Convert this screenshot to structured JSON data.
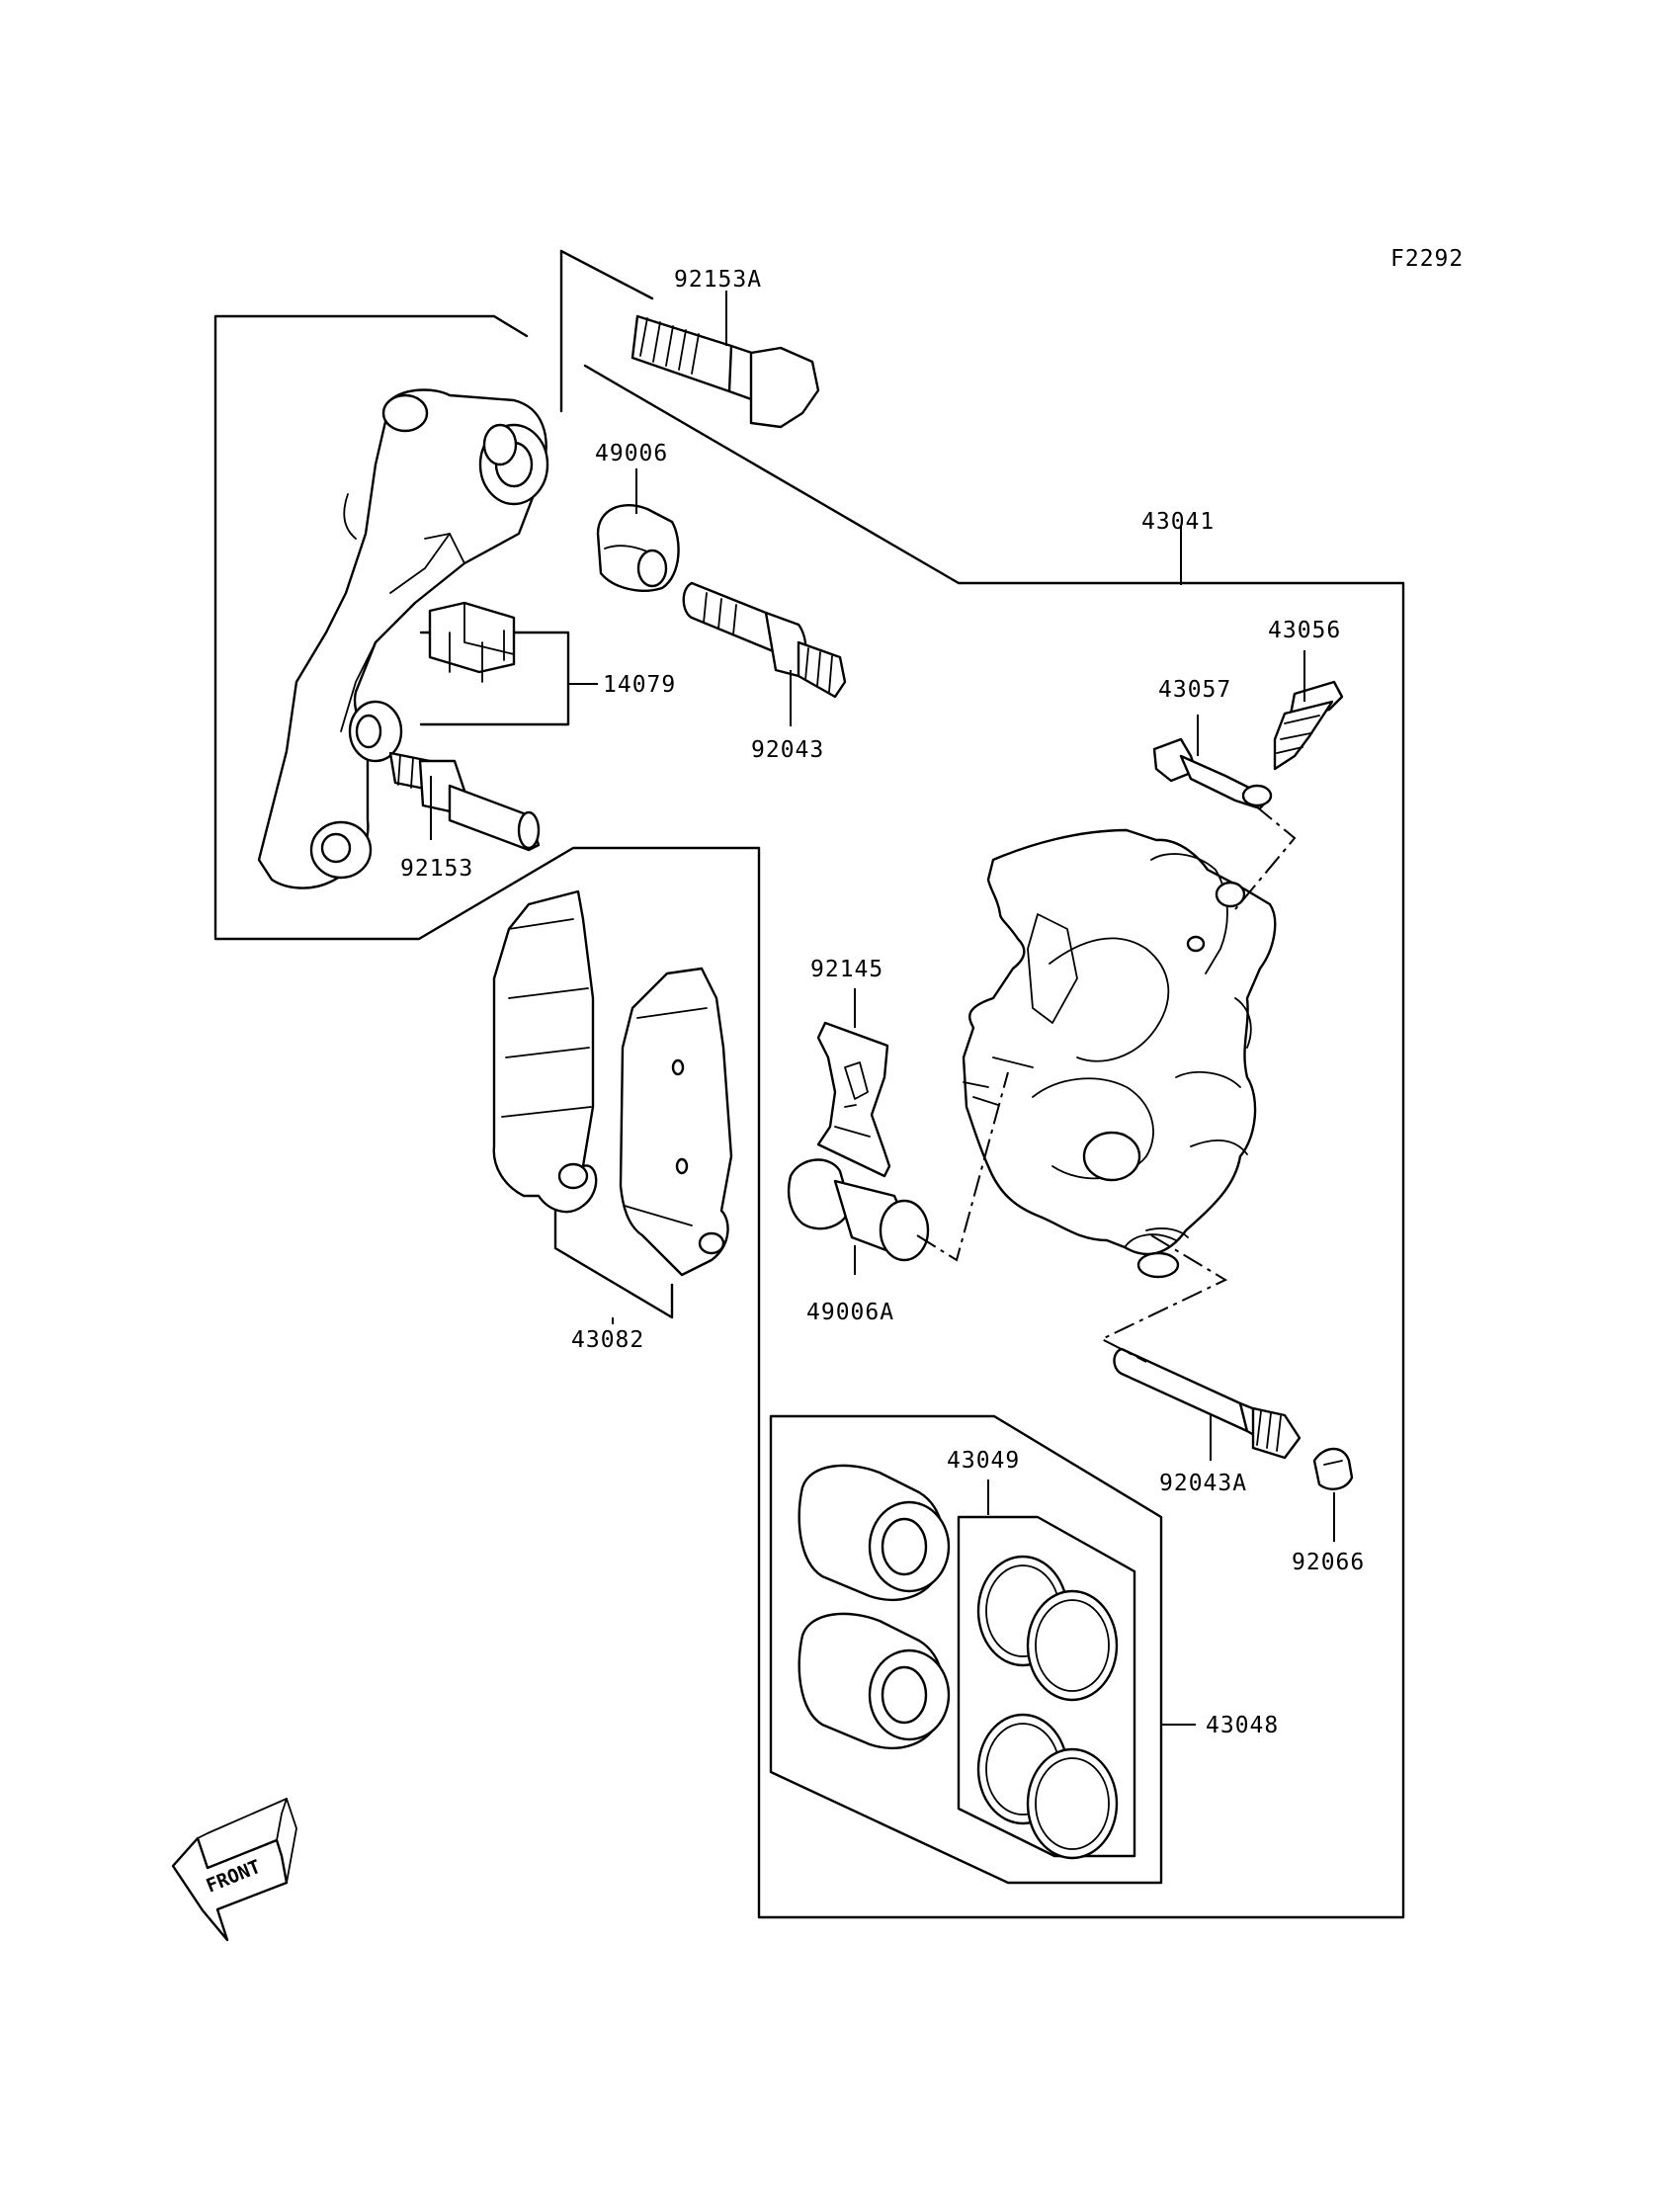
{
  "figure_code": "F2292",
  "labels": {
    "p92153A": "92153A",
    "p49006": "49006",
    "p43041": "43041",
    "p43056": "43056",
    "p43057": "43057",
    "p14079": "14079",
    "p92043": "92043",
    "p92153": "92153",
    "p92145": "92145",
    "p49006A": "49006A",
    "p43082": "43082",
    "p43049": "43049",
    "p92043A": "92043A",
    "p92066": "92066",
    "p43048": "43048"
  },
  "front_arrow": "FRONT"
}
